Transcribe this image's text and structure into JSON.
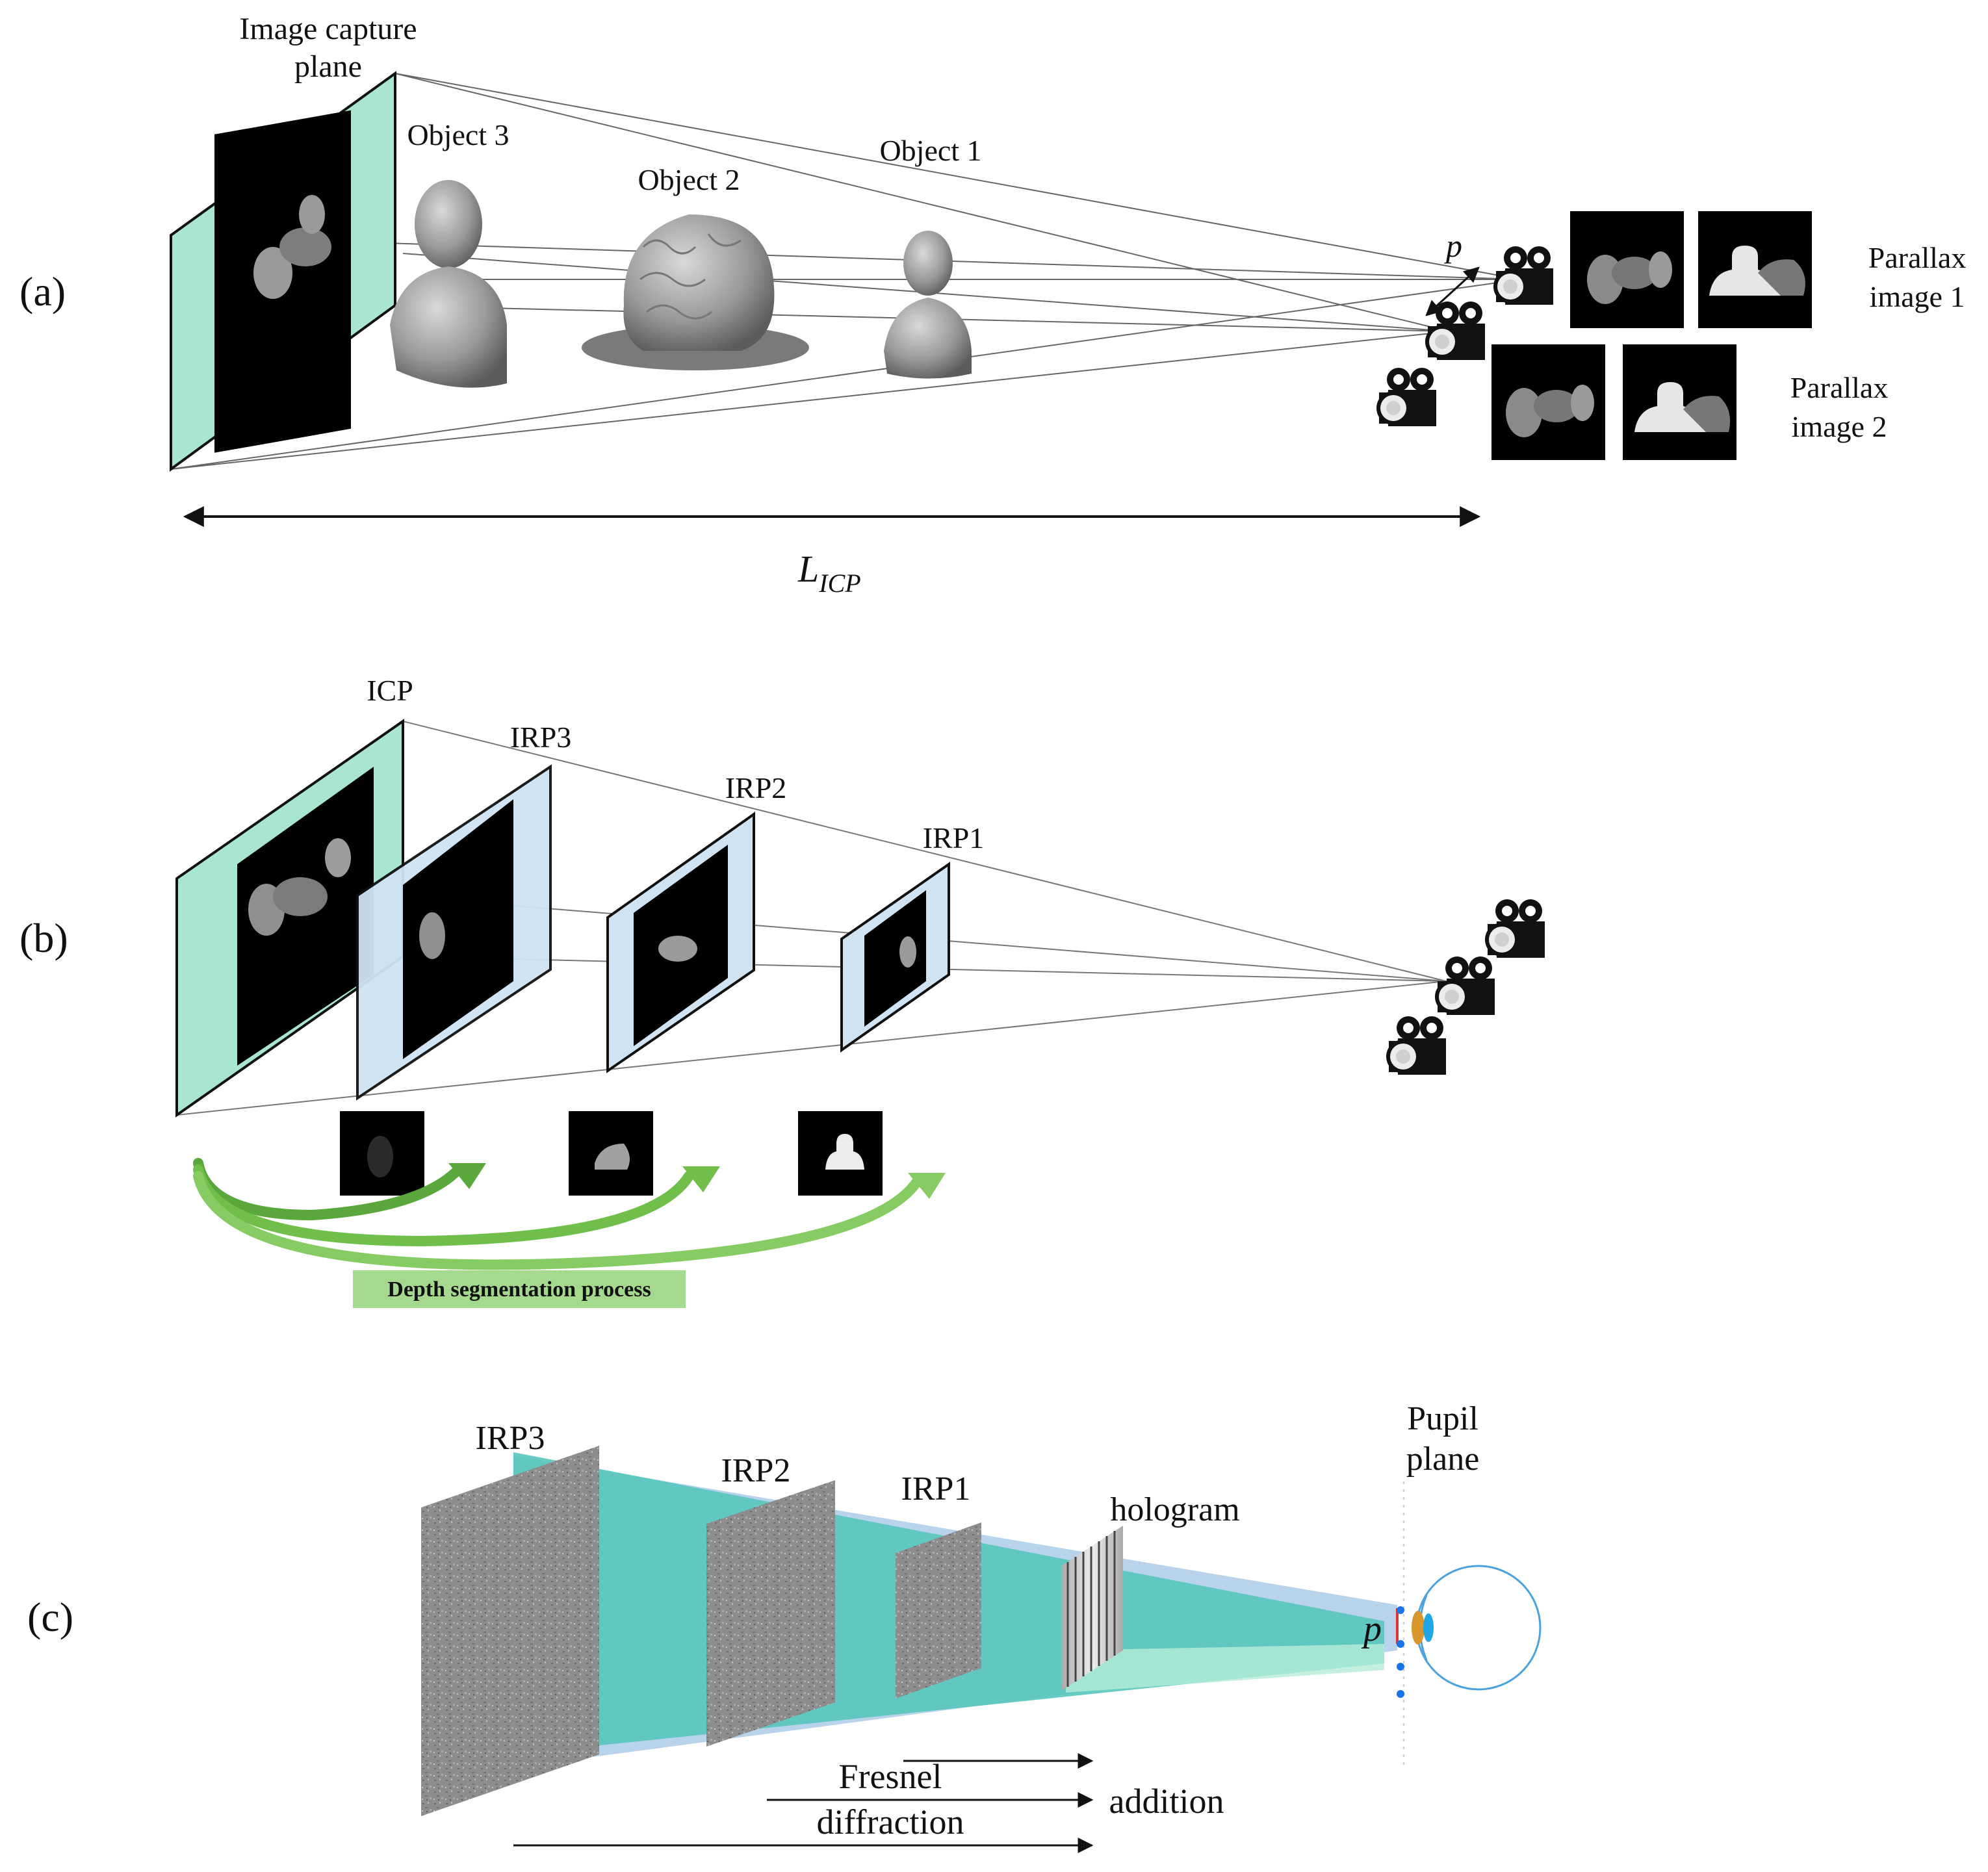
{
  "panels": {
    "a": {
      "label": "(a)",
      "icp_label_line1": "Image capture",
      "icp_label_line2": "plane",
      "object3": "Object 3",
      "object2": "Object 2",
      "object1": "Object 1",
      "pitch_label": "p",
      "parallax1_line1": "Parallax",
      "parallax1_line2": "image  1",
      "parallax2_line1": "Parallax",
      "parallax2_line2": "image  2",
      "distance_main": "L",
      "distance_sub": "ICP"
    },
    "b": {
      "label": "(b)",
      "icp": "ICP",
      "irp3": "IRP3",
      "irp2": "IRP2",
      "irp1": "IRP1",
      "process_label": "Depth segmentation process"
    },
    "c": {
      "label": "(c)",
      "irp3": "IRP3",
      "irp2": "IRP2",
      "irp1": "IRP1",
      "hologram": "hologram",
      "pupil_line1": "Pupil",
      "pupil_line2": "plane",
      "pitch_label": "p",
      "fresnel_line1": "Fresnel",
      "fresnel_line2": "diffraction",
      "addition": "addition"
    }
  },
  "colors": {
    "icp_fill": "#a8e6d3",
    "irp_fill": "#cfe3f3",
    "teal_cone": "#56c7bc",
    "blue_cone": "#a7c8e6",
    "arrow_green": "#6fbf4a",
    "process_box": "#a5d98d",
    "eye_outline": "#4aa3df",
    "lens_orange": "#d9962c",
    "lens_blue": "#1ea6e6",
    "pupil_dots": "#1a73e8"
  },
  "icons": [
    "camera-icon",
    "eye-icon"
  ]
}
